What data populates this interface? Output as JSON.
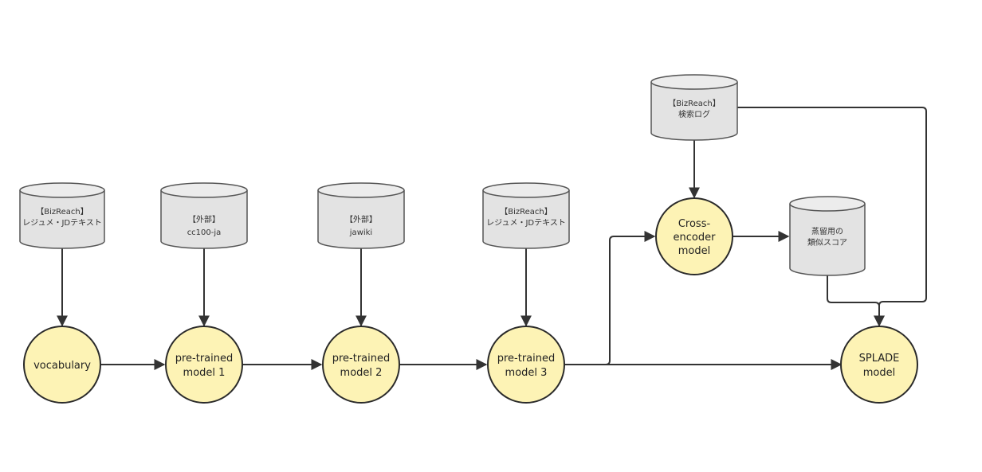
{
  "colors": {
    "node_fill": "#fdf3b5",
    "node_stroke": "#2a2a2a",
    "db_fill": "#e3e3e3",
    "db_stroke": "#555555",
    "edge": "#333333",
    "background": "#ffffff"
  },
  "datasources": {
    "resume_jd_1": {
      "line1": "【BizReach】",
      "line2": "レジュメ・JDテキスト"
    },
    "cc100": {
      "line1": "【外部】",
      "line2": "cc100-ja"
    },
    "jawiki": {
      "line1": "【外部】",
      "line2": "jawiki"
    },
    "resume_jd_2": {
      "line1": "【BizReach】",
      "line2": "レジュメ・JDテキスト"
    },
    "search_log": {
      "line1": "【BizReach】",
      "line2": "検索ログ"
    },
    "distill_scores": {
      "line1": "蒸留用の",
      "line2": "類似スコア"
    }
  },
  "models": {
    "vocabulary": {
      "line1": "vocabulary"
    },
    "pretrained1": {
      "line1": "pre-trained",
      "line2": "model 1"
    },
    "pretrained2": {
      "line1": "pre-trained",
      "line2": "model 2"
    },
    "pretrained3": {
      "line1": "pre-trained",
      "line2": "model 3"
    },
    "cross_encoder": {
      "line1": "Cross-",
      "line2": "encoder",
      "line3": "model"
    },
    "splade": {
      "line1": "SPLADE",
      "line2": "model"
    }
  }
}
